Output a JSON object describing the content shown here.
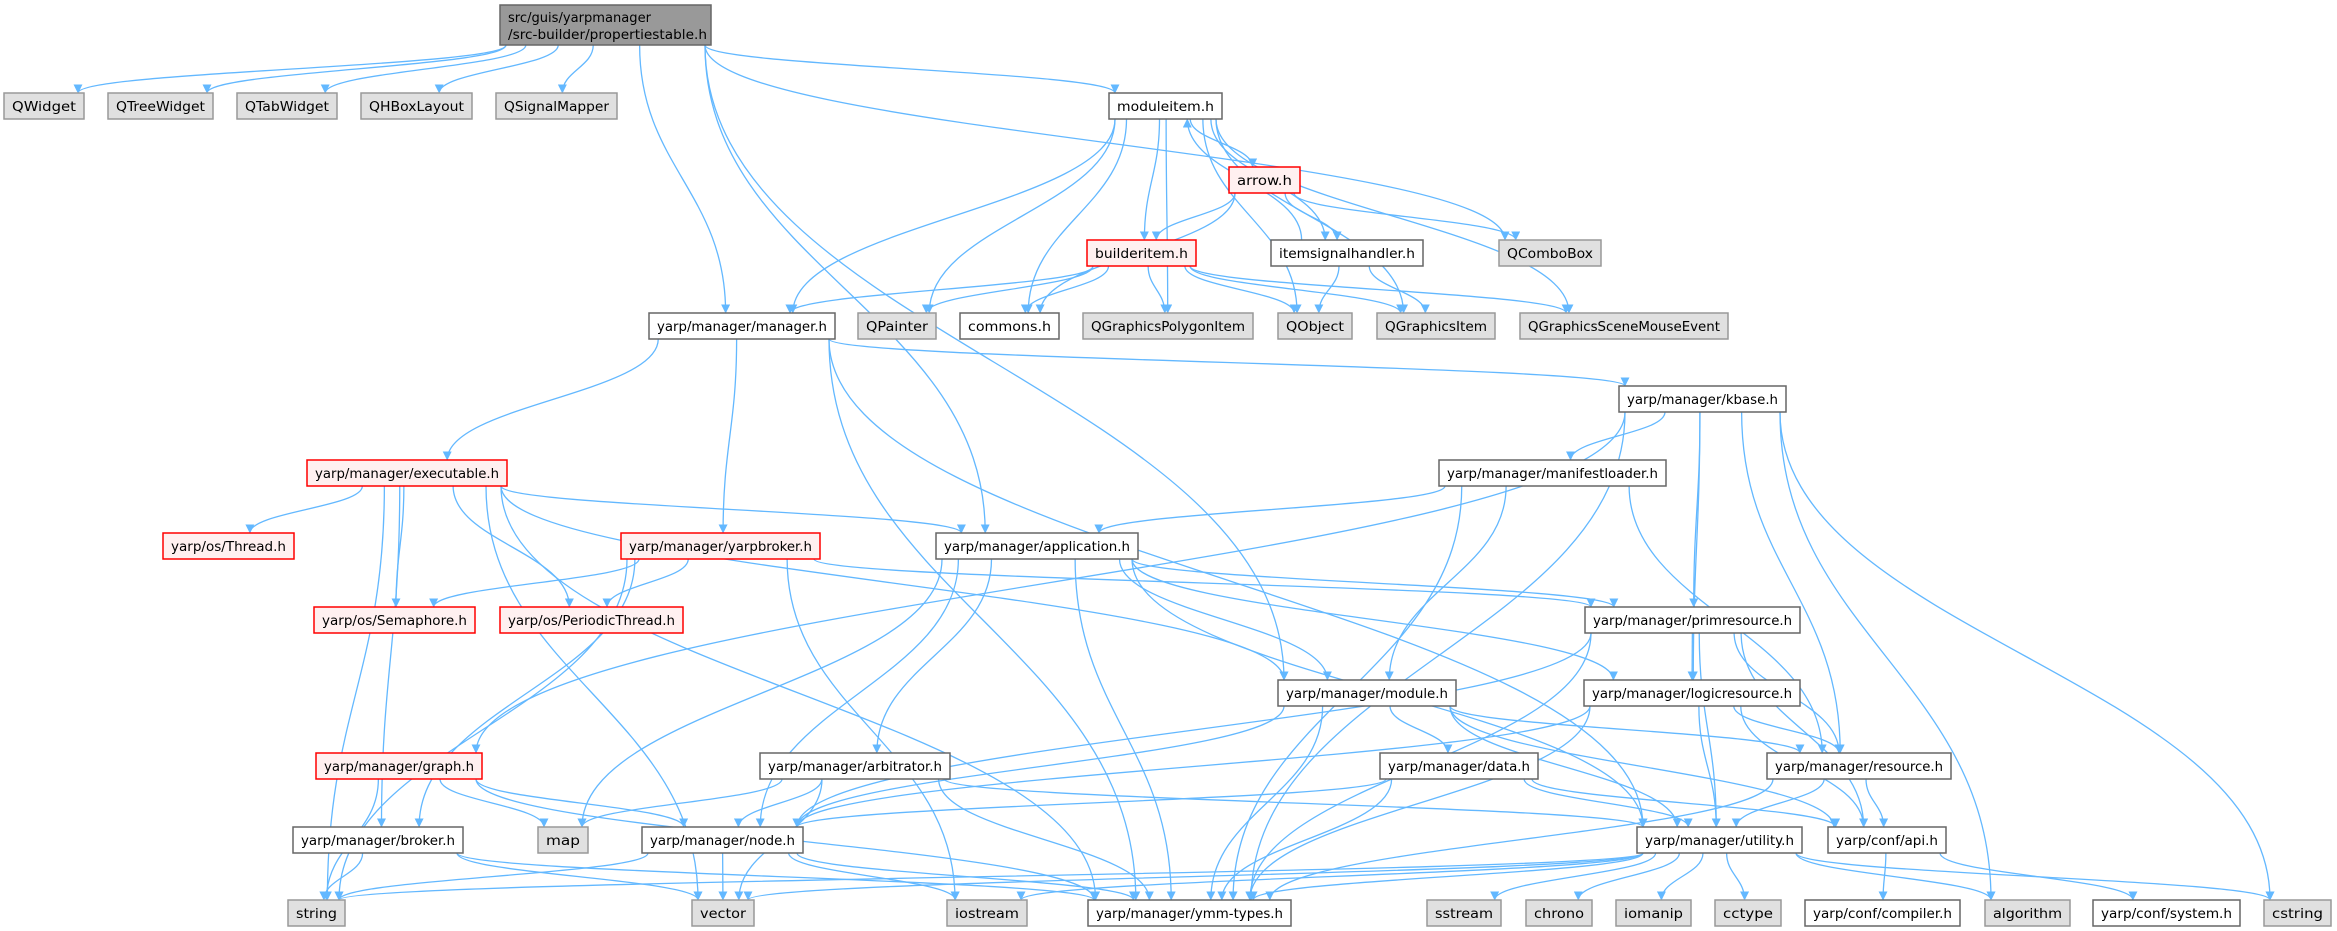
{
  "colors": {
    "edge": "#63b8ff",
    "error_border": "#ff0000",
    "error_fill": "#fff0f0",
    "external_fill": "#e0e0e0",
    "main_fill": "#999999"
  },
  "nodes": [
    {
      "id": "root",
      "label": "src/guis/yarpmanager",
      "label2": "/src-builder/propertiestable.h",
      "kind": "main"
    },
    {
      "id": "QWidget",
      "label": "QWidget",
      "kind": "ext"
    },
    {
      "id": "QTreeWidget",
      "label": "QTreeWidget",
      "kind": "ext"
    },
    {
      "id": "QTabWidget",
      "label": "QTabWidget",
      "kind": "ext"
    },
    {
      "id": "QHBoxLayout",
      "label": "QHBoxLayout",
      "kind": "ext"
    },
    {
      "id": "QSignalMapper",
      "label": "QSignalMapper",
      "kind": "ext"
    },
    {
      "id": "moduleitem",
      "label": "moduleitem.h",
      "kind": "normal"
    },
    {
      "id": "arrow",
      "label": "arrow.h",
      "kind": "error"
    },
    {
      "id": "builderitem",
      "label": "builderitem.h",
      "kind": "error"
    },
    {
      "id": "itemsignalhandler",
      "label": "itemsignalhandler.h",
      "kind": "normal"
    },
    {
      "id": "QComboBox",
      "label": "QComboBox",
      "kind": "ext"
    },
    {
      "id": "manager",
      "label": "yarp/manager/manager.h",
      "kind": "normal"
    },
    {
      "id": "QPainter",
      "label": "QPainter",
      "kind": "ext"
    },
    {
      "id": "commons",
      "label": "commons.h",
      "kind": "normal"
    },
    {
      "id": "QGraphicsPolygonItem",
      "label": "QGraphicsPolygonItem",
      "kind": "ext"
    },
    {
      "id": "QObject",
      "label": "QObject",
      "kind": "ext"
    },
    {
      "id": "QGraphicsItem",
      "label": "QGraphicsItem",
      "kind": "ext"
    },
    {
      "id": "QGraphicsSceneMouseEvent",
      "label": "QGraphicsSceneMouseEvent",
      "kind": "ext"
    },
    {
      "id": "kbase",
      "label": "yarp/manager/kbase.h",
      "kind": "normal"
    },
    {
      "id": "executable",
      "label": "yarp/manager/executable.h",
      "kind": "error"
    },
    {
      "id": "manifestloader",
      "label": "yarp/manager/manifestloader.h",
      "kind": "normal"
    },
    {
      "id": "Thread",
      "label": "yarp/os/Thread.h",
      "kind": "error"
    },
    {
      "id": "yarpbroker",
      "label": "yarp/manager/yarpbroker.h",
      "kind": "error"
    },
    {
      "id": "application",
      "label": "yarp/manager/application.h",
      "kind": "normal"
    },
    {
      "id": "Semaphore",
      "label": "yarp/os/Semaphore.h",
      "kind": "error"
    },
    {
      "id": "PeriodicThread",
      "label": "yarp/os/PeriodicThread.h",
      "kind": "error"
    },
    {
      "id": "primresource",
      "label": "yarp/manager/primresource.h",
      "kind": "normal"
    },
    {
      "id": "module",
      "label": "yarp/manager/module.h",
      "kind": "normal"
    },
    {
      "id": "logicresource",
      "label": "yarp/manager/logicresource.h",
      "kind": "normal"
    },
    {
      "id": "graph",
      "label": "yarp/manager/graph.h",
      "kind": "error"
    },
    {
      "id": "arbitrator",
      "label": "yarp/manager/arbitrator.h",
      "kind": "normal"
    },
    {
      "id": "data",
      "label": "yarp/manager/data.h",
      "kind": "normal"
    },
    {
      "id": "resource",
      "label": "yarp/manager/resource.h",
      "kind": "normal"
    },
    {
      "id": "broker",
      "label": "yarp/manager/broker.h",
      "kind": "normal"
    },
    {
      "id": "map",
      "label": "map",
      "kind": "ext"
    },
    {
      "id": "node",
      "label": "yarp/manager/node.h",
      "kind": "normal"
    },
    {
      "id": "utility",
      "label": "yarp/manager/utility.h",
      "kind": "normal"
    },
    {
      "id": "api",
      "label": "yarp/conf/api.h",
      "kind": "normal"
    },
    {
      "id": "string",
      "label": "string",
      "kind": "ext"
    },
    {
      "id": "vector",
      "label": "vector",
      "kind": "ext"
    },
    {
      "id": "iostream",
      "label": "iostream",
      "kind": "ext"
    },
    {
      "id": "ymm",
      "label": "yarp/manager/ymm-types.h",
      "kind": "normal"
    },
    {
      "id": "sstream",
      "label": "sstream",
      "kind": "ext"
    },
    {
      "id": "chrono",
      "label": "chrono",
      "kind": "ext"
    },
    {
      "id": "iomanip",
      "label": "iomanip",
      "kind": "ext"
    },
    {
      "id": "cctype",
      "label": "cctype",
      "kind": "ext"
    },
    {
      "id": "compiler",
      "label": "yarp/conf/compiler.h",
      "kind": "normal"
    },
    {
      "id": "algorithm",
      "label": "algorithm",
      "kind": "ext"
    },
    {
      "id": "system",
      "label": "yarp/conf/system.h",
      "kind": "normal"
    },
    {
      "id": "cstring",
      "label": "cstring",
      "kind": "ext"
    }
  ],
  "edges": [
    [
      "root",
      "QWidget"
    ],
    [
      "root",
      "QTreeWidget"
    ],
    [
      "root",
      "QTabWidget"
    ],
    [
      "root",
      "QHBoxLayout"
    ],
    [
      "root",
      "QSignalMapper"
    ],
    [
      "root",
      "moduleitem"
    ],
    [
      "root",
      "manager"
    ],
    [
      "root",
      "application"
    ],
    [
      "root",
      "QComboBox"
    ],
    [
      "root",
      "module"
    ],
    [
      "moduleitem",
      "manager"
    ],
    [
      "moduleitem",
      "QPainter"
    ],
    [
      "moduleitem",
      "commons"
    ],
    [
      "moduleitem",
      "QGraphicsPolygonItem"
    ],
    [
      "moduleitem",
      "builderitem"
    ],
    [
      "moduleitem",
      "arrow"
    ],
    [
      "moduleitem",
      "QObject"
    ],
    [
      "moduleitem",
      "itemsignalhandler"
    ],
    [
      "moduleitem",
      "QGraphicsItem"
    ],
    [
      "moduleitem",
      "QGraphicsSceneMouseEvent"
    ],
    [
      "arrow",
      "builderitem"
    ],
    [
      "arrow",
      "itemsignalhandler"
    ],
    [
      "arrow",
      "commons"
    ],
    [
      "arrow",
      "QComboBox"
    ],
    [
      "builderitem",
      "manager"
    ],
    [
      "builderitem",
      "QPainter"
    ],
    [
      "builderitem",
      "commons"
    ],
    [
      "builderitem",
      "QGraphicsPolygonItem"
    ],
    [
      "builderitem",
      "QObject"
    ],
    [
      "builderitem",
      "QGraphicsItem"
    ],
    [
      "builderitem",
      "QGraphicsSceneMouseEvent"
    ],
    [
      "itemsignalhandler",
      "QObject"
    ],
    [
      "itemsignalhandler",
      "QGraphicsItem"
    ],
    [
      "itemsignalhandler",
      "moduleitem"
    ],
    [
      "manager",
      "executable"
    ],
    [
      "manager",
      "yarpbroker"
    ],
    [
      "manager",
      "ymm"
    ],
    [
      "manager",
      "kbase"
    ],
    [
      "manager",
      "utility"
    ],
    [
      "kbase",
      "graph"
    ],
    [
      "kbase",
      "manifestloader"
    ],
    [
      "kbase",
      "primresource"
    ],
    [
      "kbase",
      "logicresource"
    ],
    [
      "kbase",
      "resource"
    ],
    [
      "kbase",
      "ymm"
    ],
    [
      "kbase",
      "algorithm"
    ],
    [
      "kbase",
      "cstring"
    ],
    [
      "executable",
      "Thread"
    ],
    [
      "executable",
      "Semaphore"
    ],
    [
      "executable",
      "PeriodicThread"
    ],
    [
      "executable",
      "broker"
    ],
    [
      "executable",
      "string"
    ],
    [
      "executable",
      "vector"
    ],
    [
      "executable",
      "module"
    ],
    [
      "executable",
      "application"
    ],
    [
      "executable",
      "ymm"
    ],
    [
      "yarpbroker",
      "Semaphore"
    ],
    [
      "yarpbroker",
      "PeriodicThread"
    ],
    [
      "yarpbroker",
      "primresource"
    ],
    [
      "yarpbroker",
      "string"
    ],
    [
      "yarpbroker",
      "iostream"
    ],
    [
      "yarpbroker",
      "broker"
    ],
    [
      "application",
      "primresource"
    ],
    [
      "application",
      "logicresource"
    ],
    [
      "application",
      "module"
    ],
    [
      "application",
      "arbitrator"
    ],
    [
      "application",
      "node"
    ],
    [
      "application",
      "map"
    ],
    [
      "application",
      "ymm"
    ],
    [
      "application",
      "utility"
    ],
    [
      "manifestloader",
      "application"
    ],
    [
      "manifestloader",
      "module"
    ],
    [
      "manifestloader",
      "resource"
    ],
    [
      "manifestloader",
      "ymm"
    ],
    [
      "primresource",
      "logicresource"
    ],
    [
      "primresource",
      "resource"
    ],
    [
      "primresource",
      "node"
    ],
    [
      "primresource",
      "ymm"
    ],
    [
      "primresource",
      "utility"
    ],
    [
      "primresource",
      "api"
    ],
    [
      "module",
      "data"
    ],
    [
      "module",
      "resource"
    ],
    [
      "module",
      "utility"
    ],
    [
      "module",
      "node"
    ],
    [
      "module",
      "ymm"
    ],
    [
      "module",
      "api"
    ],
    [
      "logicresource",
      "resource"
    ],
    [
      "logicresource",
      "utility"
    ],
    [
      "logicresource",
      "ymm"
    ],
    [
      "logicresource",
      "node"
    ],
    [
      "logicresource",
      "api"
    ],
    [
      "graph",
      "node"
    ],
    [
      "graph",
      "map"
    ],
    [
      "graph",
      "string"
    ],
    [
      "graph",
      "ymm"
    ],
    [
      "arbitrator",
      "node"
    ],
    [
      "arbitrator",
      "map"
    ],
    [
      "arbitrator",
      "vector"
    ],
    [
      "arbitrator",
      "ymm"
    ],
    [
      "arbitrator",
      "utility"
    ],
    [
      "data",
      "node"
    ],
    [
      "data",
      "utility"
    ],
    [
      "data",
      "ymm"
    ],
    [
      "data",
      "api"
    ],
    [
      "resource",
      "utility"
    ],
    [
      "resource",
      "api"
    ],
    [
      "resource",
      "ymm"
    ],
    [
      "broker",
      "string"
    ],
    [
      "broker",
      "vector"
    ],
    [
      "broker",
      "ymm"
    ],
    [
      "node",
      "string"
    ],
    [
      "node",
      "vector"
    ],
    [
      "node",
      "iostream"
    ],
    [
      "node",
      "ymm"
    ],
    [
      "utility",
      "string"
    ],
    [
      "utility",
      "vector"
    ],
    [
      "utility",
      "iostream"
    ],
    [
      "utility",
      "ymm"
    ],
    [
      "utility",
      "sstream"
    ],
    [
      "utility",
      "chrono"
    ],
    [
      "utility",
      "iomanip"
    ],
    [
      "utility",
      "cctype"
    ],
    [
      "utility",
      "algorithm"
    ],
    [
      "utility",
      "cstring"
    ],
    [
      "api",
      "compiler"
    ],
    [
      "api",
      "system"
    ]
  ]
}
